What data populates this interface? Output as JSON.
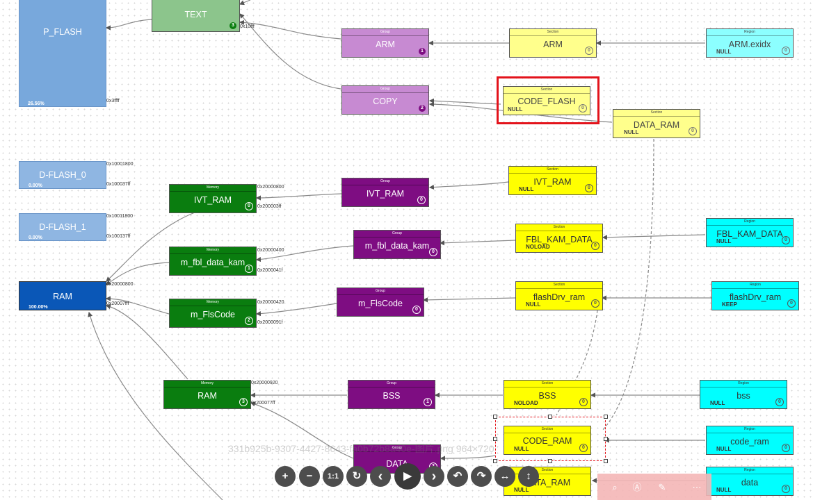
{
  "memories_left": [
    {
      "id": "p_flash",
      "label": "P_FLASH",
      "pct": "26.56%",
      "addr_end": "0x3ffff"
    },
    {
      "id": "d_flash_0",
      "label": "D-FLASH_0",
      "pct": "0.00%",
      "addr_start": "0x10001800",
      "addr_end": "0x100037ff"
    },
    {
      "id": "d_flash_1",
      "label": "D-FLASH_1",
      "pct": "0.00%",
      "addr_start": "0x10011800",
      "addr_end": "0x100137ff"
    },
    {
      "id": "ram_main",
      "label": "RAM",
      "pct": "100.00%",
      "addr_start": "0x20000800",
      "addr_end": "0x20007fff"
    }
  ],
  "text_node": {
    "label": "TEXT",
    "badge": "3",
    "addr": "0x10fff"
  },
  "memory_nodes": [
    {
      "id": "ivt_ram_mem",
      "header": "Memory",
      "label": "IVT_RAM",
      "badge": "0",
      "addr_start": "0x20000800",
      "addr_end": "0x200003ff"
    },
    {
      "id": "fbl_mem",
      "header": "Memory",
      "label": "m_fbl_data_kam",
      "badge": "1",
      "addr_start": "0x20000400",
      "addr_end": "0x2000041f"
    },
    {
      "id": "flscode_mem",
      "header": "Memory",
      "label": "m_FlsCode",
      "badge": "2",
      "addr_start": "0x20000420",
      "addr_end": "0x2000091f"
    },
    {
      "id": "ram_mem",
      "header": "Memory",
      "label": "RAM",
      "badge": "3",
      "addr_start": "0x20000920",
      "addr_end": "0x200077ff"
    }
  ],
  "group_nodes": [
    {
      "id": "arm_grp",
      "header": "Group",
      "label": "ARM",
      "badge": "1"
    },
    {
      "id": "copy_grp",
      "header": "Group",
      "label": "COPY",
      "badge": "2"
    },
    {
      "id": "ivt_grp",
      "header": "Group",
      "label": "IVT_RAM",
      "badge": "0"
    },
    {
      "id": "fbl_grp",
      "header": "Group",
      "label": "m_fbl_data_kam",
      "badge": "0"
    },
    {
      "id": "fls_grp",
      "header": "Group",
      "label": "m_FlsCode",
      "badge": "0"
    },
    {
      "id": "bss_grp",
      "header": "Group",
      "label": "BSS",
      "badge": "1"
    },
    {
      "id": "data_grp",
      "header": "Group",
      "label": "DATA",
      "badge": "2"
    }
  ],
  "section_nodes": [
    {
      "id": "arm_sec",
      "header": "Section",
      "label": "ARM",
      "sub": "",
      "badge": "0"
    },
    {
      "id": "codeflash_sec",
      "header": "Section",
      "label": "CODE_FLASH",
      "sub": "NULL",
      "badge": "0"
    },
    {
      "id": "dataram_sec",
      "header": "Section",
      "label": "DATA_RAM",
      "sub": "NULL",
      "badge": "0"
    },
    {
      "id": "ivt_sec",
      "header": "Section",
      "label": "IVT_RAM",
      "sub": "NULL",
      "badge": "0"
    },
    {
      "id": "fbl_sec",
      "header": "Section",
      "label": "FBL_KAM_DATA",
      "sub": "NOLOAD",
      "badge": "0"
    },
    {
      "id": "flash_sec",
      "header": "Section",
      "label": "flashDrv_ram",
      "sub": "NULL",
      "badge": "0"
    },
    {
      "id": "bss_sec",
      "header": "Section",
      "label": "BSS",
      "sub": "NOLOAD",
      "badge": "0"
    },
    {
      "id": "coderam_sec",
      "header": "Section",
      "label": "CODE_RAM",
      "sub": "NULL",
      "badge": "0"
    },
    {
      "id": "dataram2_sec",
      "header": "Section",
      "label": "DATA_RAM",
      "sub": "NULL",
      "badge": ""
    }
  ],
  "region_nodes": [
    {
      "id": "armexidx_reg",
      "header": "Region",
      "label": "ARM.exidx",
      "sub": "NULL",
      "badge": "0"
    },
    {
      "id": "fblkam_reg",
      "header": "Region",
      "label": "FBL_KAM_DATA",
      "sub": "NULL",
      "badge": "0"
    },
    {
      "id": "flashdrv_reg",
      "header": "Region",
      "label": "flashDrv_ram",
      "sub": "KEEP",
      "badge": "0"
    },
    {
      "id": "bss_reg",
      "header": "Region",
      "label": "bss",
      "sub": "NULL",
      "badge": "0"
    },
    {
      "id": "coderam_reg",
      "header": "Region",
      "label": "code_ram",
      "sub": "NULL",
      "badge": "0"
    },
    {
      "id": "data_reg",
      "header": "Region",
      "label": "data",
      "sub": "NULL",
      "badge": "0"
    }
  ],
  "watermark": "331b925b-9307-4427-8643-fa0b72b8a40e-图片.png 964×720",
  "toolbar": [
    {
      "id": "zoom-in",
      "glyph": "+"
    },
    {
      "id": "zoom-out",
      "glyph": "−"
    },
    {
      "id": "actual-size",
      "glyph": "1:1"
    },
    {
      "id": "rotate",
      "glyph": "↻"
    },
    {
      "id": "prev",
      "glyph": "‹"
    },
    {
      "id": "play",
      "glyph": "▶"
    },
    {
      "id": "next",
      "glyph": "›"
    },
    {
      "id": "undo",
      "glyph": "↶"
    },
    {
      "id": "redo",
      "glyph": "↷"
    },
    {
      "id": "flip-h",
      "glyph": "↔"
    },
    {
      "id": "flip-v",
      "glyph": "↕"
    }
  ],
  "rightbar": [
    {
      "id": "search",
      "glyph": "⌕"
    },
    {
      "id": "ai",
      "glyph": "Ⓐ"
    },
    {
      "id": "edit",
      "glyph": "✎"
    },
    {
      "id": "more",
      "glyph": "⋯"
    }
  ],
  "colors": {
    "memory": "#0a7d0f",
    "group": "#7e0d82",
    "section": "#ffff00",
    "region": "#00ffff",
    "flash": "#78a8dc",
    "ram": "#0a57b7",
    "highlight": "#e3131b"
  }
}
